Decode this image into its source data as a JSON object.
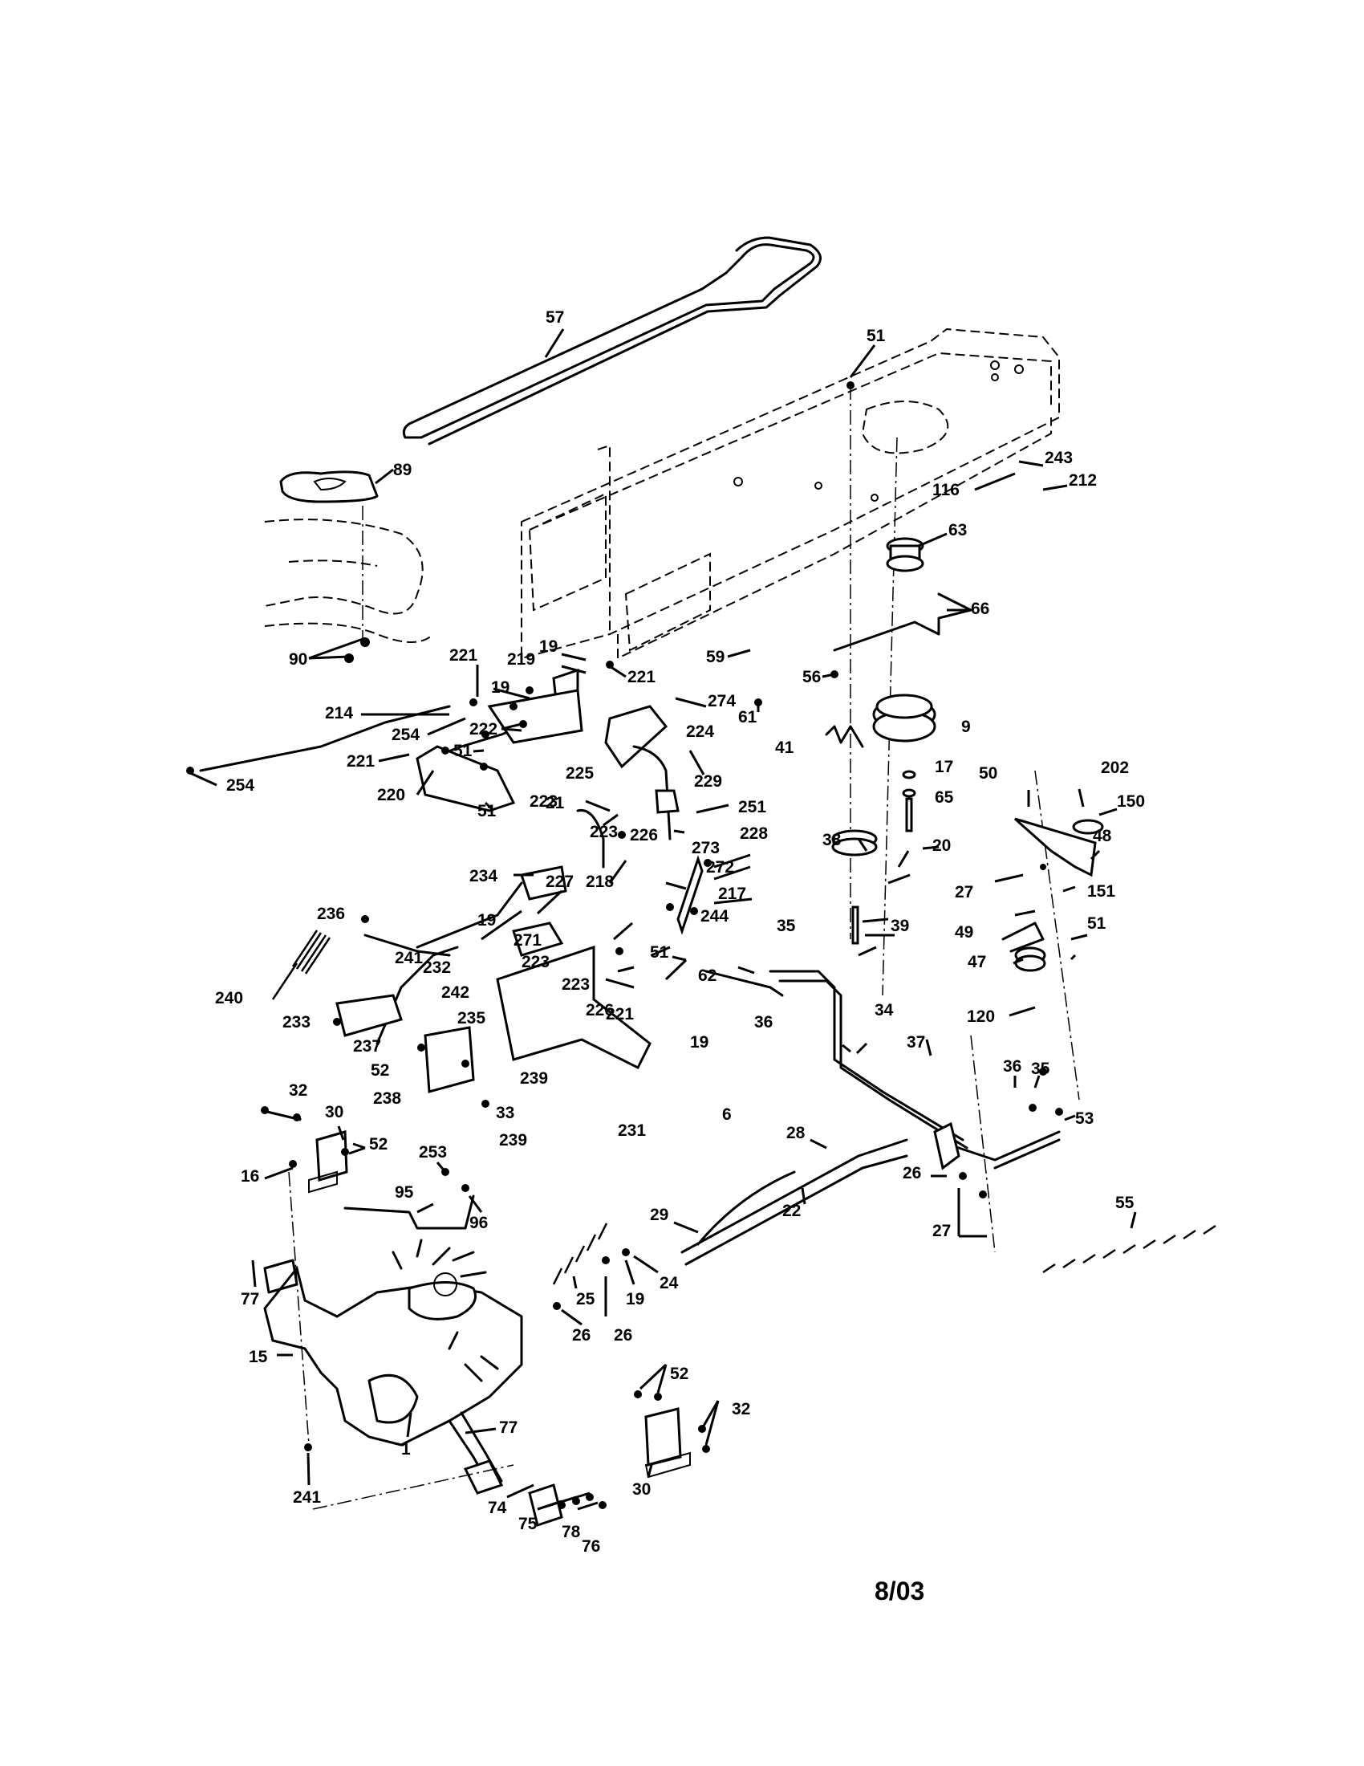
{
  "footer": {
    "date_code": "8/03"
  },
  "labels": {
    "p57": "57",
    "p51a": "51",
    "p89": "89",
    "p243": "243",
    "p116": "116",
    "p212": "212",
    "p63": "63",
    "p66": "66",
    "p59": "59",
    "p56": "56",
    "p61": "61",
    "p90": "90",
    "p19a": "19",
    "p219": "219",
    "p221a": "221",
    "p221b": "221",
    "p19b": "19",
    "p214": "214",
    "p254a": "254",
    "p222": "222",
    "p51b": "51",
    "p221c": "221",
    "p254b": "254",
    "p220": "220",
    "p51c": "51",
    "p274": "274",
    "p224": "224",
    "p225": "225",
    "p223a": "223",
    "p229": "229",
    "p251": "251",
    "p228": "228",
    "p223b": "223",
    "p226a": "226",
    "p273": "273",
    "p272": "272",
    "p21": "21",
    "p234": "234",
    "p227": "227",
    "p218": "218",
    "p217": "217",
    "p244": "244",
    "p236": "236",
    "p19c": "19",
    "p271": "271",
    "p223c": "223",
    "p51d": "51",
    "p223d": "223",
    "p226b": "226",
    "p241a": "241",
    "p232": "232",
    "p240": "240",
    "p233": "233",
    "p242": "242",
    "p235": "235",
    "p237": "237",
    "p221d": "221",
    "p19d": "19",
    "p52a": "52",
    "p239a": "239",
    "p238": "238",
    "p33": "33",
    "p239b": "239",
    "p231": "231",
    "p6": "6",
    "p9": "9",
    "p41": "41",
    "p17": "17",
    "p65": "65",
    "p20": "20",
    "p38": "38",
    "p39": "39",
    "p50": "50",
    "p202": "202",
    "p150": "150",
    "p48": "48",
    "p27a": "27",
    "p151": "151",
    "p49": "49",
    "p51e": "51",
    "p47": "47",
    "p120": "120",
    "p35a": "35",
    "p62": "62",
    "p36a": "36",
    "p34": "34",
    "p37": "37",
    "p36b": "36",
    "p35b": "35",
    "p53": "53",
    "p28": "28",
    "p22": "22",
    "p26a": "26",
    "p27b": "27",
    "p55": "55",
    "p29": "29",
    "p32a": "32",
    "p30a": "30",
    "p52b": "52",
    "p16": "16",
    "p253": "253",
    "p95": "95",
    "p96": "96",
    "p77a": "77",
    "p15": "15",
    "p1": "1",
    "p77b": "77",
    "p241b": "241",
    "p19e": "19",
    "p24": "24",
    "p25": "25",
    "p26b": "26",
    "p26c": "26",
    "p52c": "52",
    "p32b": "32",
    "p30b": "30",
    "p74": "74",
    "p75": "75",
    "p78": "78",
    "p76": "76"
  }
}
